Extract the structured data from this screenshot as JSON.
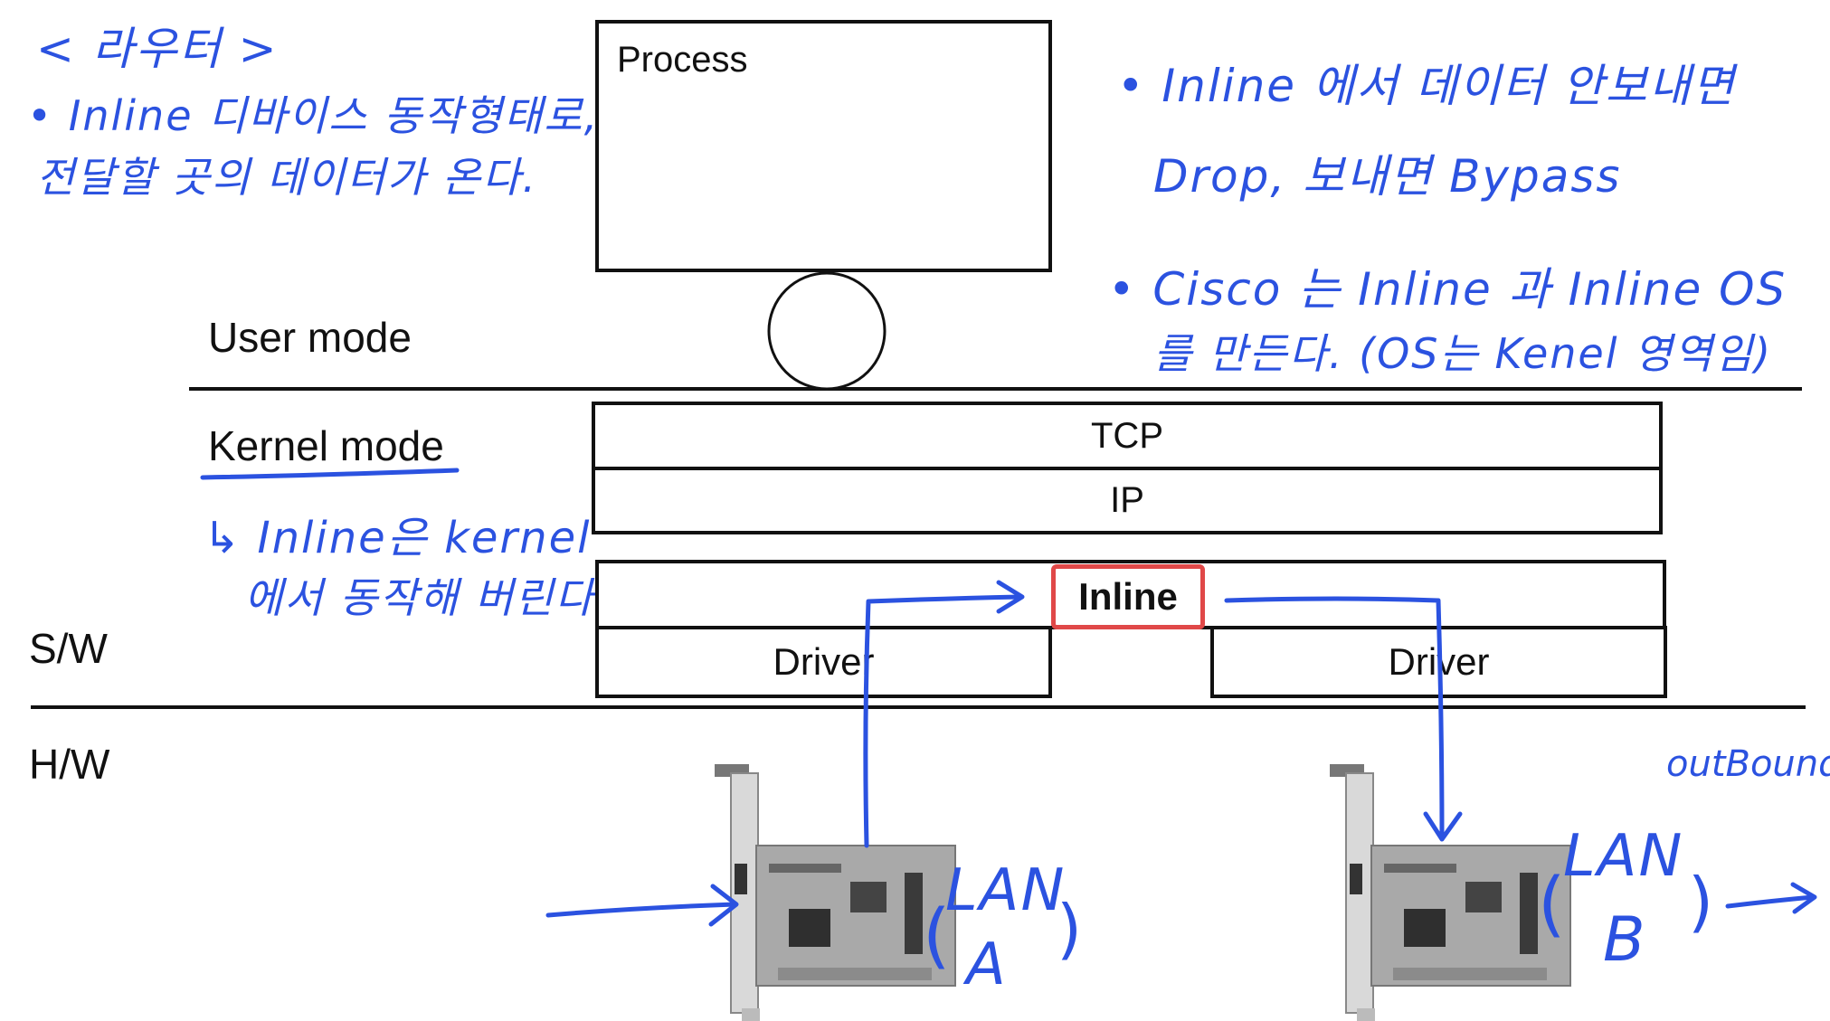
{
  "diagram": {
    "process": "Process",
    "user_mode": "User mode",
    "kernel_mode": "Kernel mode",
    "tcp": "TCP",
    "ip": "IP",
    "inline": "Inline",
    "driver_left": "Driver",
    "driver_right": "Driver",
    "sw": "S/W",
    "hw": "H/W"
  },
  "notes": {
    "title": "< 라우터 >",
    "left_line1": "• Inline 디바이스 동작형태로,",
    "left_line2": "전달할 곳의 데이터가 온다.",
    "right1_line1": "• Inline 에서 데이터 안보내면",
    "right1_line2": "Drop, 보내면 Bypass",
    "right2_line1": "• Cisco 는 Inline 과 Inline OS",
    "right2_line2": "를 만든다. (OS는 Kenel 영역임)",
    "kernel_note_line1": "↳ Inline은 kernel",
    "kernel_note_line2": "에서 동작해 버린다",
    "outbound": "outBound",
    "lan_a_line1": "LAN",
    "lan_a_line2": "A",
    "lan_b_line1": "LAN",
    "lan_b_line2": "B",
    "paren_open": "(",
    "paren_close": ")"
  },
  "colors": {
    "ink": "#2b52e0",
    "highlight": "#e04848",
    "line": "#111111"
  },
  "icons": [
    "network-card-icon",
    "network-card-icon"
  ]
}
